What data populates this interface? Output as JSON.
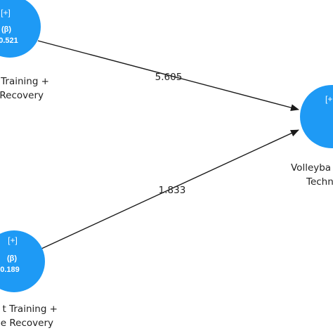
{
  "colors": {
    "node_fill": "#1e9af5",
    "edge": "#1a1a1a",
    "label_text": "#222222",
    "background": "#ffffff"
  },
  "nodes": {
    "top_left": {
      "expand_label": "[+]",
      "beta_label": "(β)",
      "value": "0.521",
      "label_line1": "Training +",
      "label_line2": "Recovery"
    },
    "bottom_left": {
      "expand_label": "[+]",
      "beta_label": "(β)",
      "value": "0.189",
      "label_line1": "t Training +",
      "label_line2": "e Recovery"
    },
    "right": {
      "expand_label": "[+",
      "label_line1": "Volleyba",
      "label_line2": "Techn"
    }
  },
  "edges": {
    "top_to_right": {
      "label": "5.605"
    },
    "bottom_to_right": {
      "label": "1.833"
    }
  }
}
